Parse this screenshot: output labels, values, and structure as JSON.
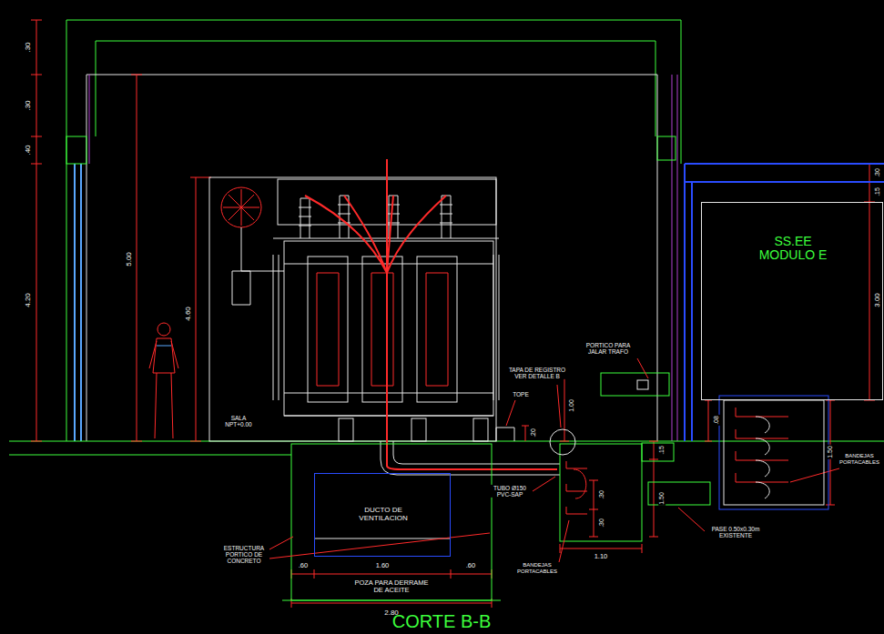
{
  "diagram": {
    "title": "CORTE B-B",
    "nodes": [
      {
        "text": [
          "SS.EE MODULO E"
        ]
      },
      {
        "text": [
          "DUCTO DE VENTILACION"
        ]
      }
    ],
    "labels": [
      ".30",
      ".30",
      ".40",
      "5.00",
      "4.20",
      "4.60",
      ".30",
      ".15",
      "3.00",
      "SALA NPT+0.00",
      "PORTICO PARA JALAR TRAFO",
      "TAPA DE REGISTRO VER DETALLE B",
      "TOPE",
      ".20",
      "1.00",
      ".08",
      "1.50",
      "BANDEJAS PORTACABLES",
      ".15",
      "1.50",
      "TUBO Ø150 PVC-SAP",
      ".30",
      ".30",
      "PASE 0.50x0.30m EXISTENTE",
      "ESTRUCTURA PORTICO DE CONCRETO",
      ".60",
      "1.60",
      ".60",
      "POZA PARA DERRAME DE ACEITE",
      "BANDEJAS PORTACABLES",
      "1.10",
      "2.80"
    ]
  }
}
